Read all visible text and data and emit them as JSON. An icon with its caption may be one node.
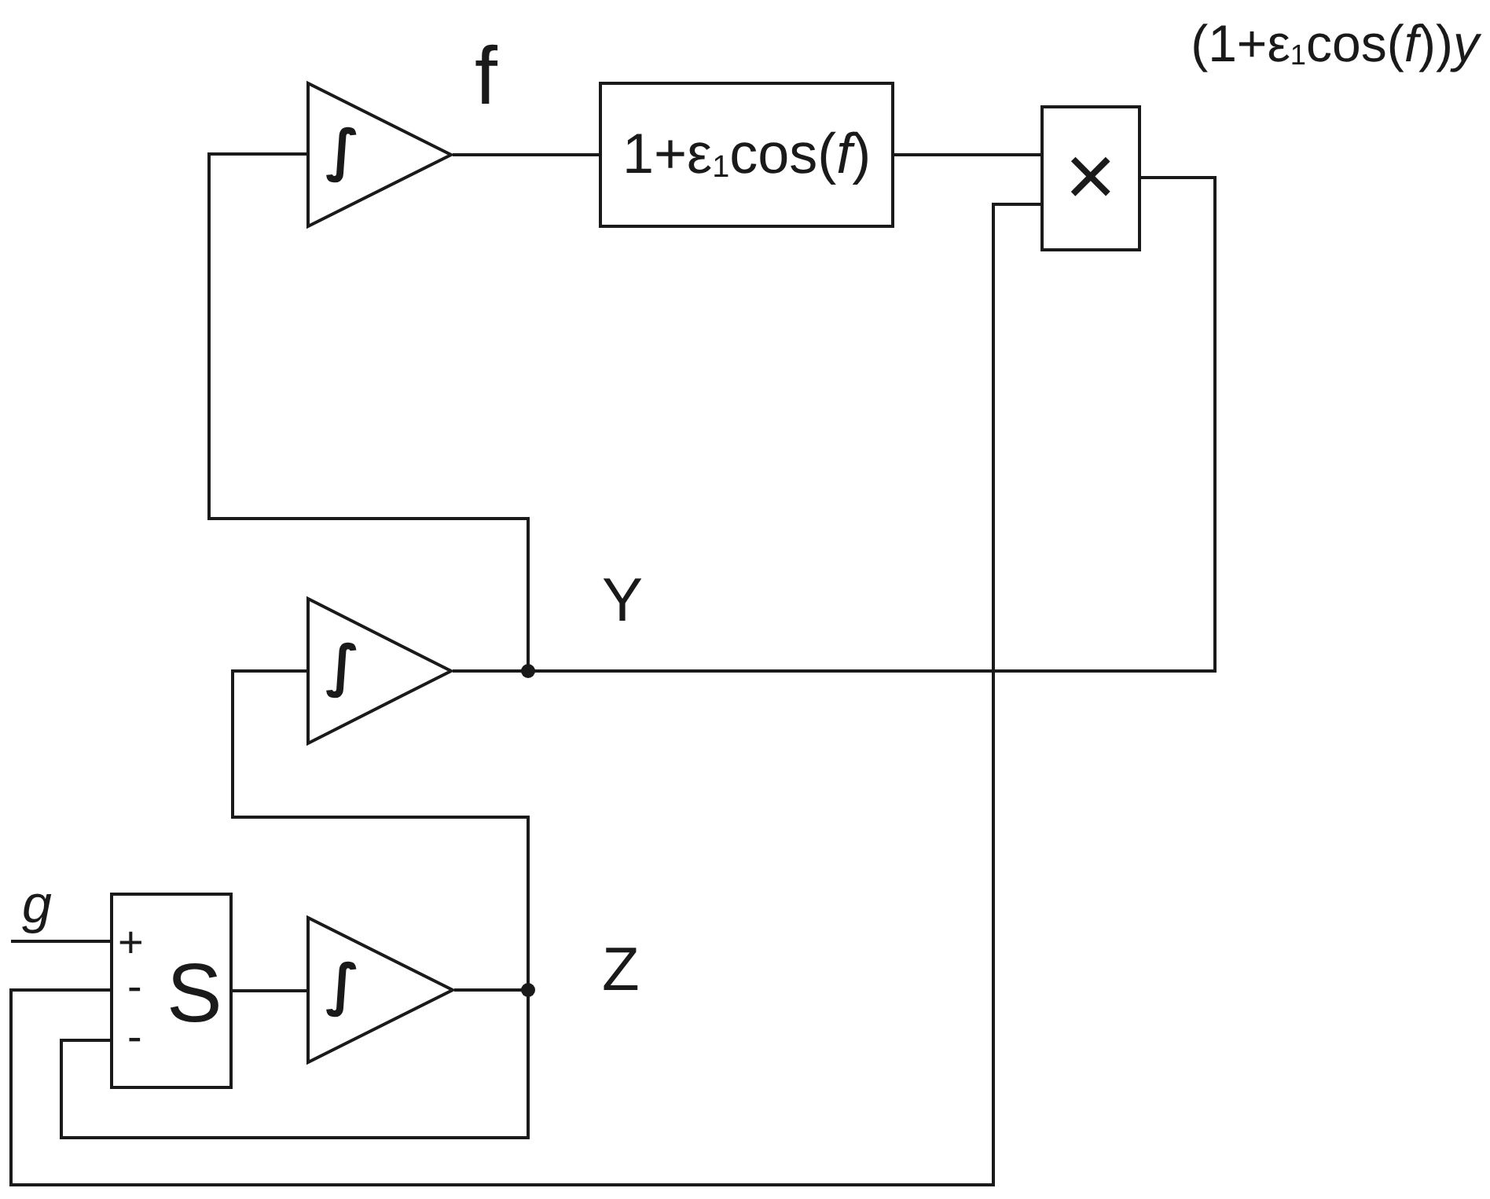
{
  "diagram": {
    "nodes": [
      {
        "text": [
          "∫"
        ]
      },
      {
        "text": [
          "1+ε$_{1}$cos(*f*)"
        ]
      },
      {
        "text": [
          "×"
        ]
      },
      {
        "text": [
          "∫"
        ]
      },
      {
        "text": [
          "g"
        ]
      },
      {
        "text": [
          "+",
          "-",
          "-",
          "S"
        ]
      },
      {
        "text": [
          "∫"
        ]
      }
    ],
    "edges": [
      {
        "from": 0,
        "to": 1,
        "arrow": "none"
      },
      {
        "from": 1,
        "to": 2,
        "arrow": "none"
      },
      {
        "from": 3,
        "to": 2,
        "arrow": "none"
      },
      {
        "from": 3,
        "to": 0,
        "arrow": "none"
      },
      {
        "from": 6,
        "to": 3,
        "arrow": "none"
      },
      {
        "from": 6,
        "to": 5,
        "arrow": "none"
      },
      {
        "from": 5,
        "to": 6,
        "arrow": "none"
      },
      {
        "from": 2,
        "to": 5,
        "arrow": "none"
      },
      {
        "from": 4,
        "to": 5,
        "arrow": "none"
      }
    ],
    "labels": [
      "(1+ε$_{1}$cos(*f*))*y*",
      "f",
      "Y",
      "Z"
    ]
  }
}
